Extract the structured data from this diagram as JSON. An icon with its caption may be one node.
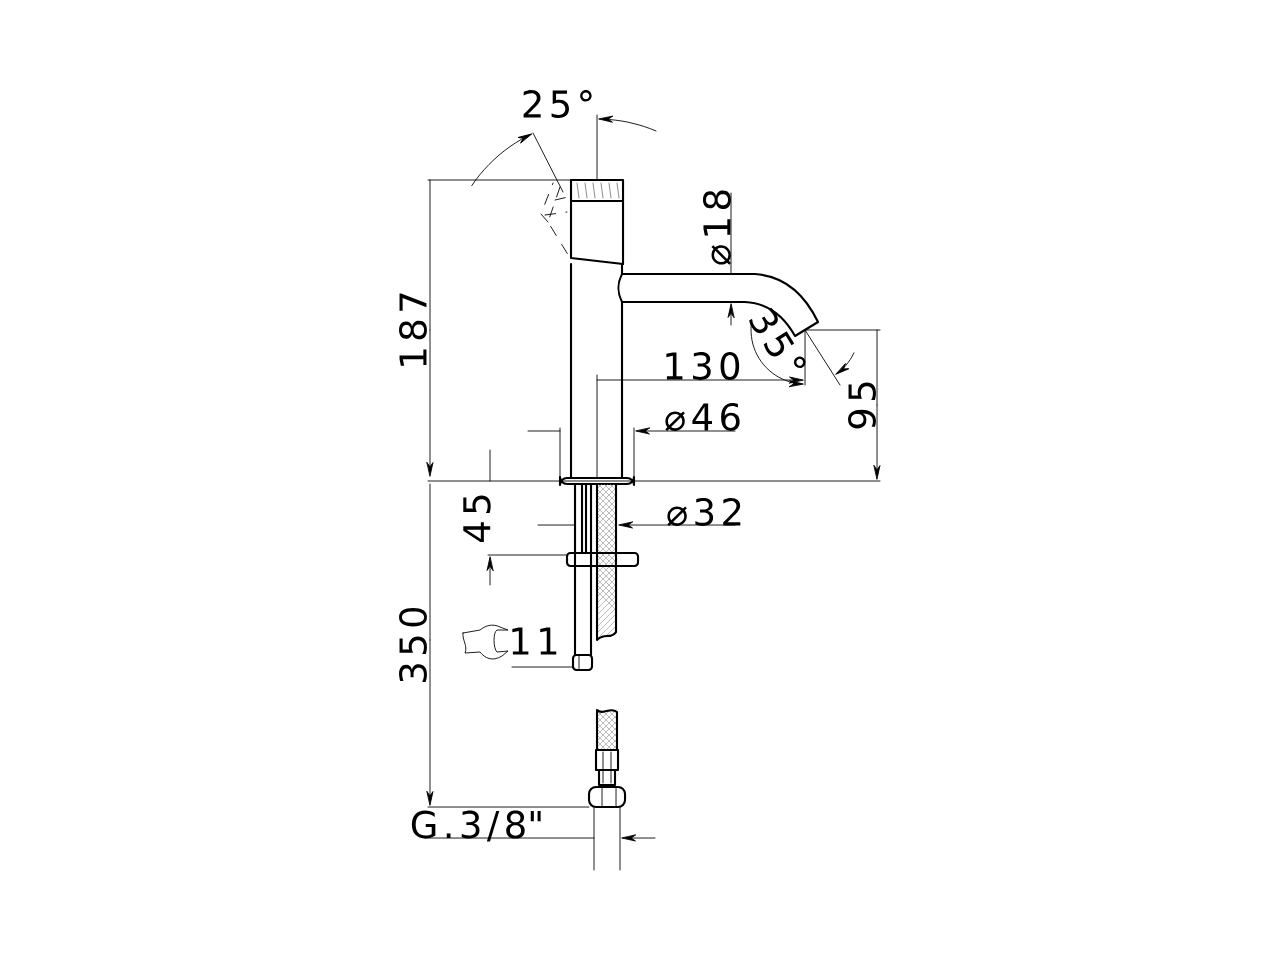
{
  "diagram": {
    "labels": [
      "25°",
      "187",
      "⌀18",
      "35°",
      "130",
      "⌀46",
      "95",
      "45",
      "⌀32",
      "350",
      "11",
      "G.3/8\""
    ]
  }
}
